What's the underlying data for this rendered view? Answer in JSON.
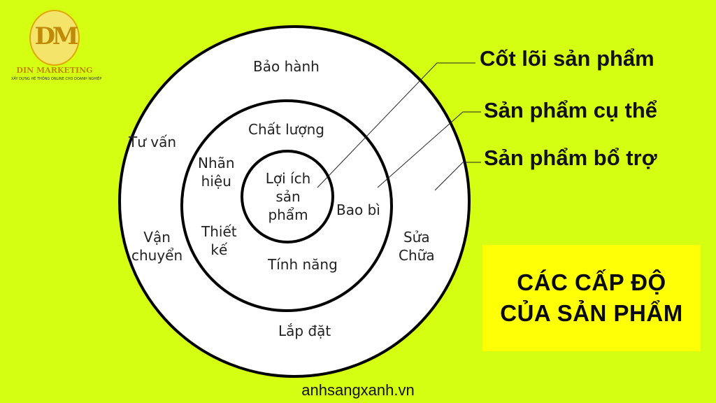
{
  "logo": {
    "monogram": "DM",
    "brand": "DIN MARKETING",
    "tagline": "XÂY DỰNG HỆ THỐNG ONLINE CHO DOANH NGHIỆP"
  },
  "diagram": {
    "core": {
      "label": "Lợi ích\nsản\nphẩm"
    },
    "middle_ring": {
      "top": "Chất lượng",
      "left_upper": "Nhãn\nhiệu",
      "left_lower": "Thiết\nkế",
      "right": "Bao bì",
      "bottom": "Tính năng"
    },
    "outer_ring": {
      "top": "Bảo hành",
      "left_upper": "Tư vấn",
      "left_lower": "Vận\nchuyển",
      "right": "Sửa\nChữa",
      "bottom": "Lắp đặt"
    }
  },
  "callouts": {
    "core": "Cốt lõi sản phẩm",
    "actual": "Sản phẩm cụ thể",
    "augmented": "Sản phẩm bổ trợ"
  },
  "title_box": {
    "line1": "CÁC CẤP ĐỘ",
    "line2": "CỦA SẢN PHẨM"
  },
  "watermark": "anhsangxanh.vn",
  "colors": {
    "background": "#d4ff12",
    "title_box": "#ffff05",
    "logo_gold": "#c08a08"
  }
}
